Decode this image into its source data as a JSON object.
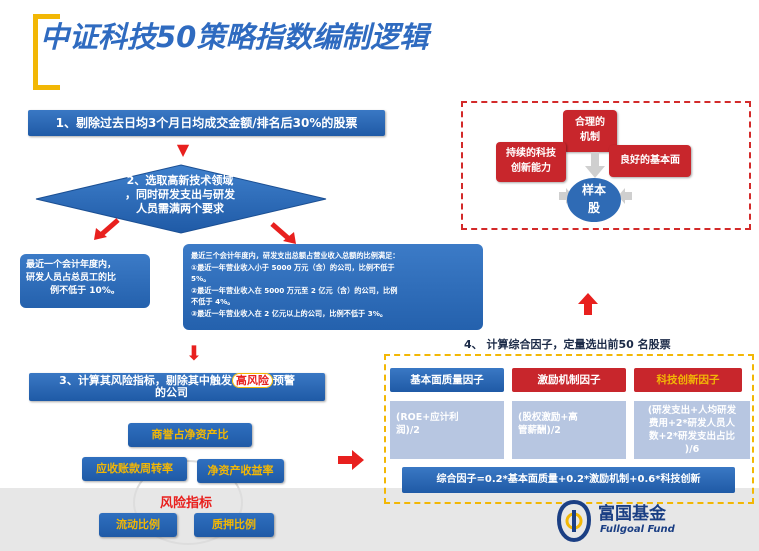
{
  "title": "中证科技50策略指数编制逻辑",
  "step1": "1、剔除过去日均3个月日均成交金额/排名后30%的股票",
  "step2": {
    "lines": [
      "2、选取高新技术领域",
      "，同时研发支出与研发",
      "人员需满两个要求"
    ]
  },
  "left_condition": [
    "最近一个会计年度内，",
    "研发人员占总员工的比",
    "例不低于 10%。"
  ],
  "right_condition": [
    "最近三个会计年度内，研发支出总额占营业收入总额的比例满足：",
    "①最近一年营业收入小于 5000 万元（含）的公司，比例不低于",
    "5%。",
    "②最近一年营业收入在 5000 万元至 2 亿元（含）的公司，比例",
    "不低于 4%。",
    "③最近一年营业收入在 2 亿元以上的公司，比例不低于 3%。"
  ],
  "step3": {
    "before": "3、计算其风险指标，剔除其中触发",
    "highlight": "高风险",
    "after": "预警",
    "line2": "的公司"
  },
  "risk": {
    "center": "风险指标",
    "items": [
      "商誉占净资产比",
      "应收账款周转率",
      "净资产收益率",
      "流动比例",
      "质押比例"
    ]
  },
  "target": {
    "items": [
      "合理的",
      "机制",
      "持续的科技",
      "创新能力",
      "良好的基本面"
    ],
    "sample": [
      "样本",
      "股"
    ]
  },
  "step4": "4、 计算综合因子，定量选出前50 名股票",
  "factors": {
    "headers": [
      "基本面质量因子",
      "激励机制因子",
      "科技创新因子"
    ],
    "formulas": [
      [
        "(ROE+应计利",
        "润)/2"
      ],
      [
        "(股权激励+高",
        "管薪酬)/2"
      ],
      [
        "(研发支出+人均研发",
        "费用+2*研发人员人",
        "数+2*研发支出占比",
        ")/6"
      ]
    ],
    "combined": "综合因子=0.2*基本面质量+0.2*激励机制+0.6*科技创新"
  },
  "logo": {
    "cn": "富国基金",
    "en": "Fullgoal Fund"
  },
  "colors": {
    "blue": "#2f6bc0",
    "red": "#c8262c",
    "yellow": "#f2b705"
  }
}
